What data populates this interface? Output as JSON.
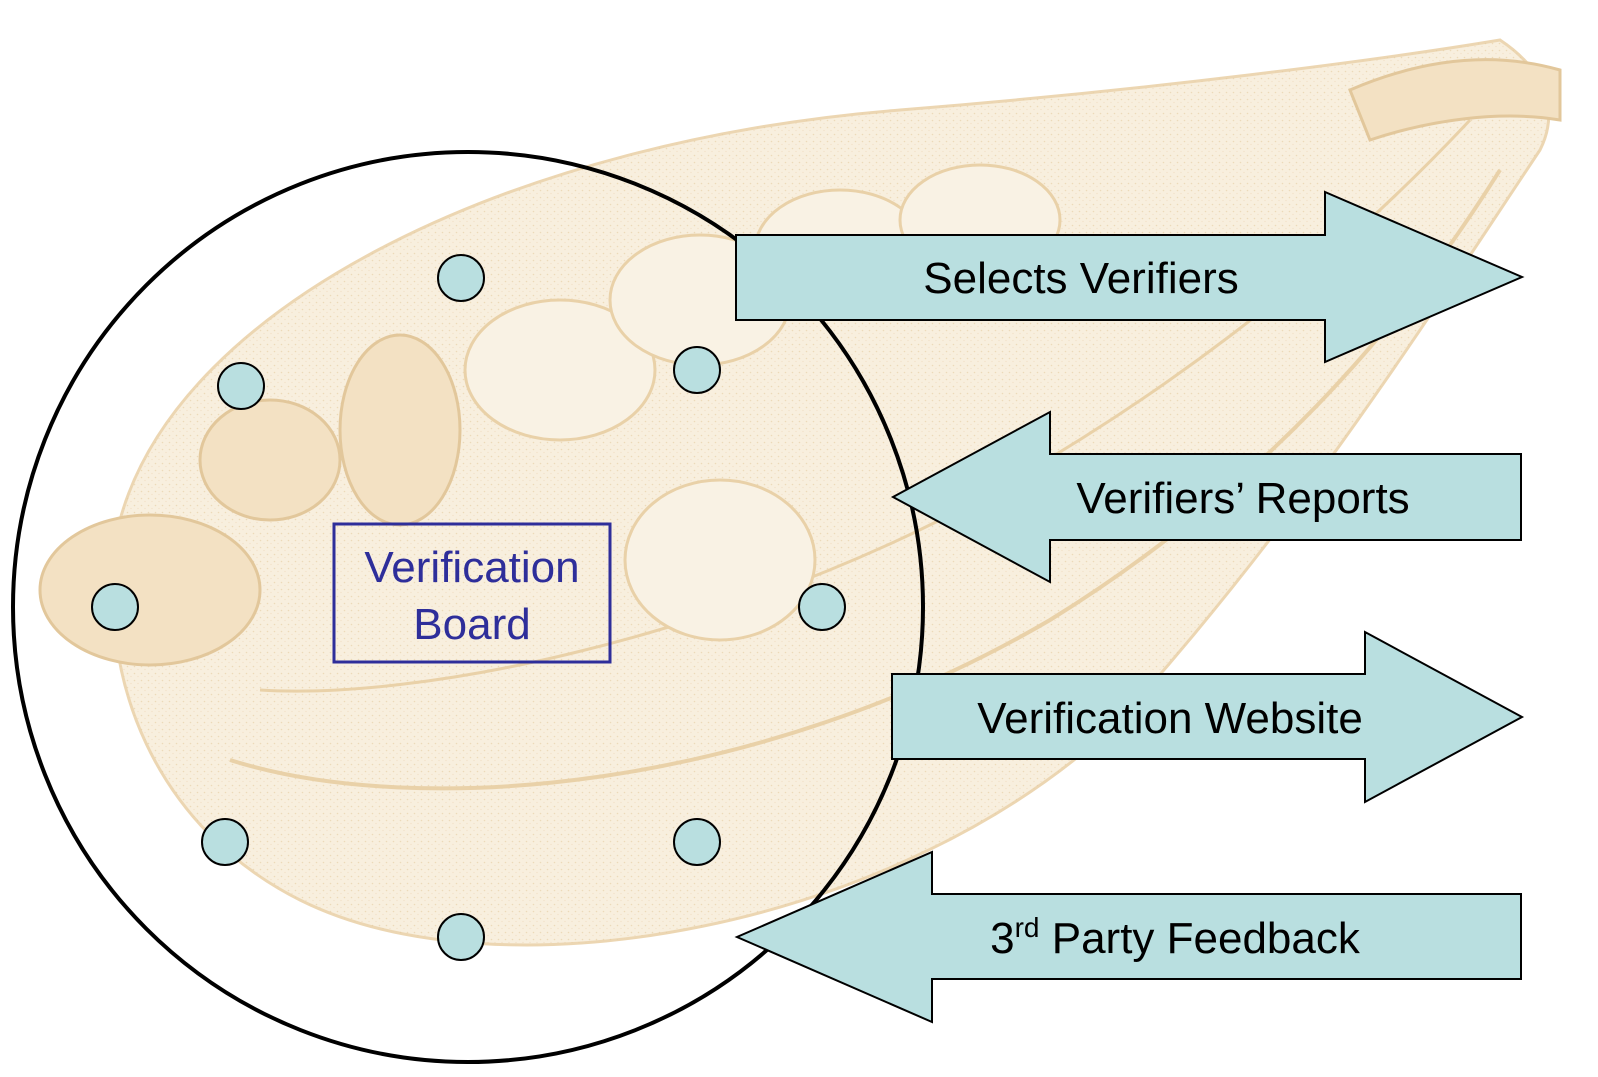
{
  "board": {
    "label_line1": "Verification",
    "label_line2": "Board",
    "label_color": "#2e2e9a",
    "member_count": 8
  },
  "arrows": [
    {
      "id": "selects-verifiers",
      "direction": "right",
      "label": "Selects Verifiers"
    },
    {
      "id": "verifiers-reports",
      "direction": "left",
      "label": "Verifiers’ Reports"
    },
    {
      "id": "verification-website",
      "direction": "right",
      "label": "Verification Website"
    },
    {
      "id": "third-party-feedback",
      "direction": "left",
      "label_prefix": "3",
      "label_sup": "rd",
      "label_rest": " Party Feedback"
    }
  ],
  "colors": {
    "arrow_fill": "#b9dfe0",
    "node_fill": "#b9dfe0",
    "outline": "#000000",
    "background_art": "#ecd3a8"
  }
}
